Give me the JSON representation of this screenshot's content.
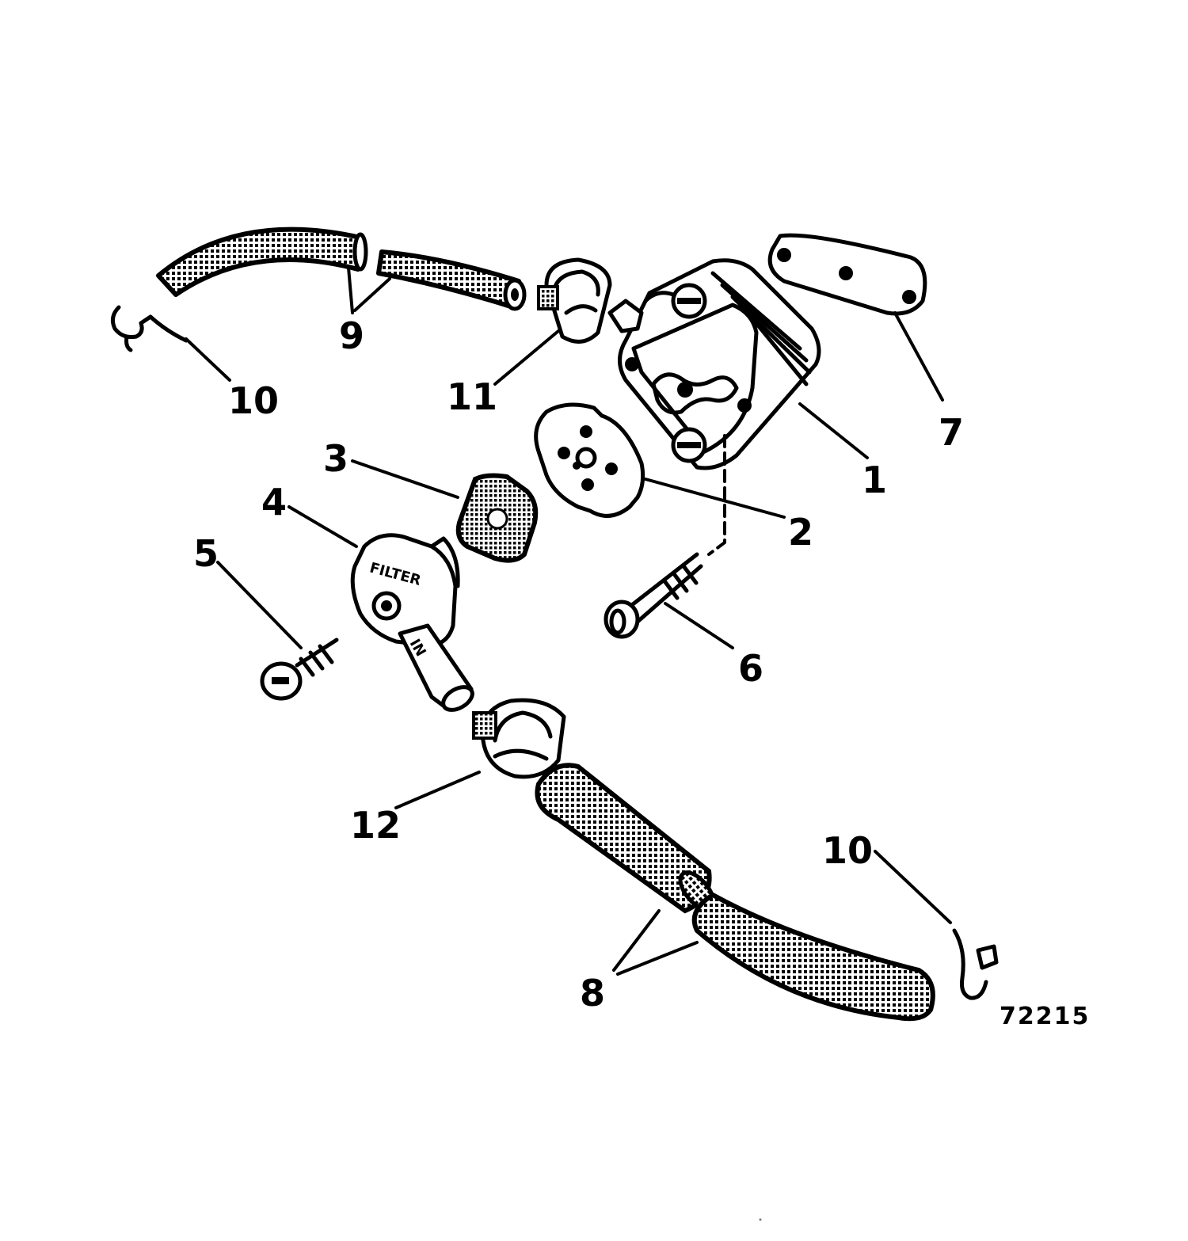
{
  "figure_number": "72215",
  "callouts": {
    "c1": "1",
    "c2": "2",
    "c3": "3",
    "c4": "4",
    "c5": "5",
    "c6": "6",
    "c7": "7",
    "c8": "8",
    "c9": "9",
    "c10_top": "10",
    "c10_bottom": "10",
    "c11": "11",
    "c12": "12"
  },
  "part_markings": {
    "filter_cap": "FILTER",
    "filter_inlet": "IN"
  }
}
